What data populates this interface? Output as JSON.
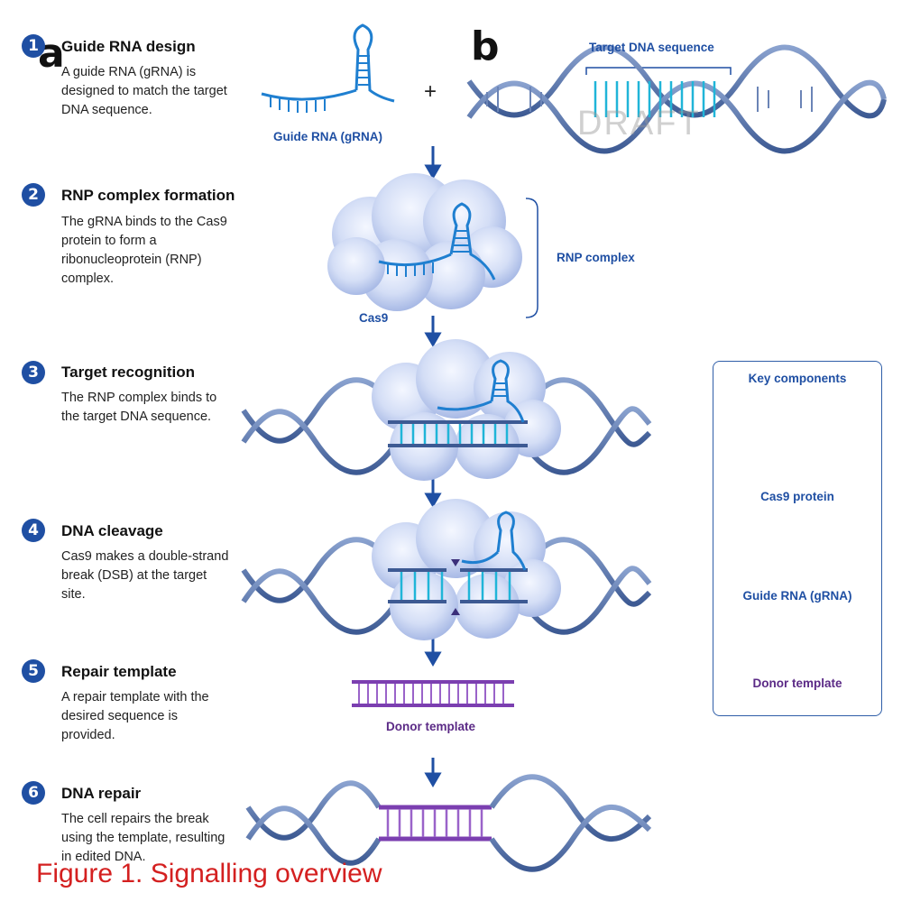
{
  "panels": {
    "a": "a",
    "b": "b"
  },
  "steps": [
    {
      "number": "1",
      "title": "Guide RNA design",
      "description": "A guide RNA (gRNA) is designed to match the target DNA sequence."
    },
    {
      "number": "2",
      "title": "RNP complex formation",
      "description": "The gRNA binds to the Cas9 protein to form a ribonucleoprotein (RNP) complex."
    },
    {
      "number": "3",
      "title": "Target recognition",
      "description": "The RNP complex binds to the target DNA sequence."
    },
    {
      "number": "4",
      "title": "DNA cleavage",
      "description": "Cas9 makes a double-strand break (DSB) at the target site."
    },
    {
      "number": "5",
      "title": "Repair template",
      "description": "A repair template with the desired sequence is provided."
    },
    {
      "number": "6",
      "title": "DNA repair",
      "description": "The cell repairs the break using the template, resulting in edited DNA."
    }
  ],
  "labels": {
    "guide_rna": "Guide RNA (gRNA)",
    "plus": "+",
    "target_dna": "Target DNA sequence",
    "rnp_complex": "RNP complex",
    "cas9": "Cas9",
    "donor_template": "Donor template"
  },
  "key": {
    "title": "Key components",
    "items": [
      "Cas9 protein",
      "Guide RNA (gRNA)",
      "Donor template"
    ]
  },
  "watermark": "DRAFT",
  "caption": "Figure 1. Signalling overview",
  "colors": {
    "dna_strand": "#5b78ad",
    "target_highlight": "#20b5d8",
    "rna": "#1f7fd0",
    "donor": "#7b3fb0",
    "step_badge": "#1f4fa3",
    "cloud": "#c9d6f2"
  }
}
